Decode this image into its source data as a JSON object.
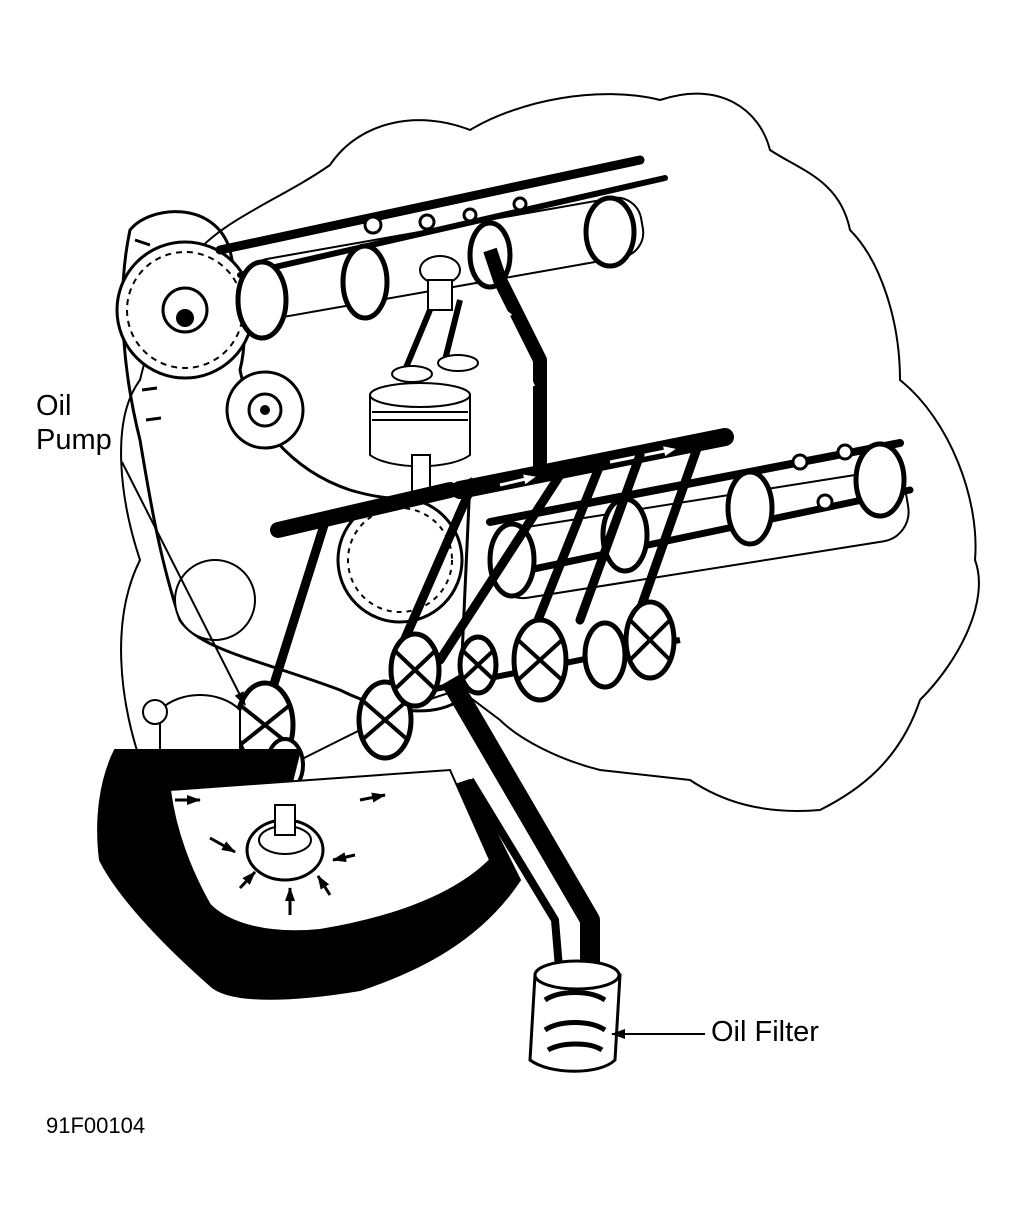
{
  "labels": {
    "oil_pump_line1": "Oil",
    "oil_pump_line2": "Pump",
    "oil_filter": "Oil Filter",
    "figure_code": "91F00104"
  },
  "colors": {
    "ink": "#000000",
    "paper": "#ffffff"
  }
}
